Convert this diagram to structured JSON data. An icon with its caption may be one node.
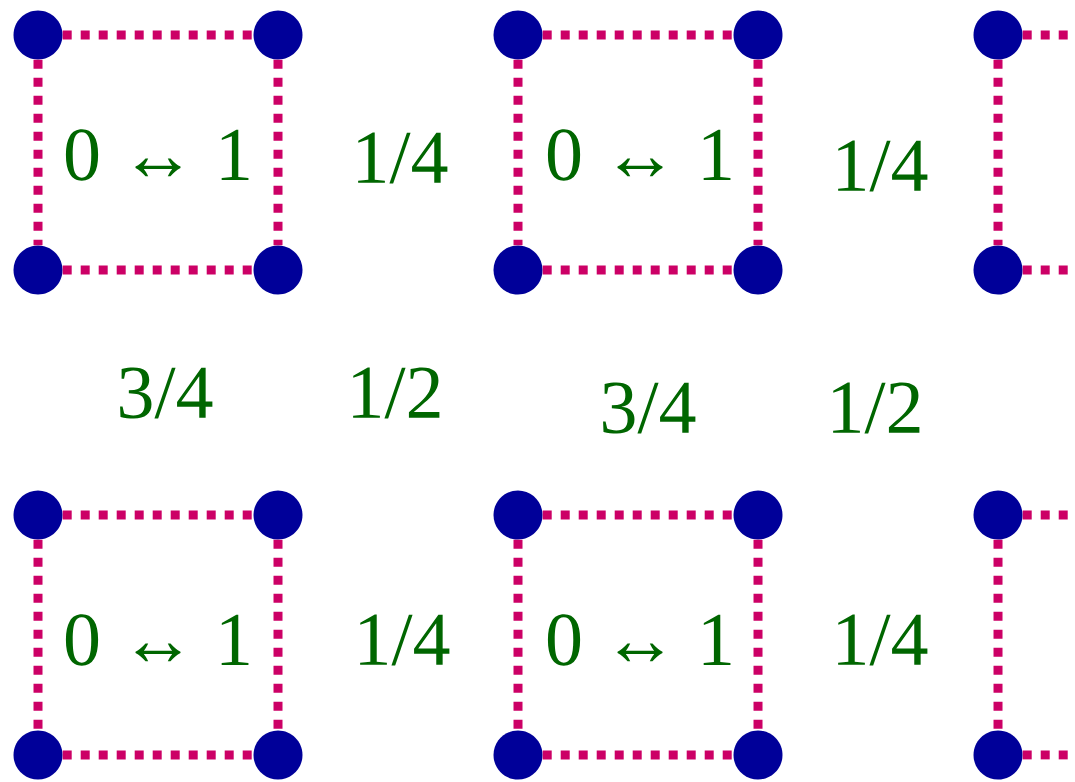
{
  "diagram": {
    "nodes": [
      {
        "text": [],
        "shape": "circle"
      },
      {
        "text": [],
        "shape": "circle"
      },
      {
        "text": [],
        "shape": "circle"
      },
      {
        "text": [],
        "shape": "circle"
      },
      {
        "text": [],
        "shape": "circle"
      },
      {
        "text": [],
        "shape": "circle"
      },
      {
        "text": [],
        "shape": "circle"
      },
      {
        "text": [],
        "shape": "circle"
      },
      {
        "text": [],
        "shape": "circle"
      },
      {
        "text": [],
        "shape": "circle"
      },
      {
        "text": [],
        "shape": "circle"
      },
      {
        "text": [],
        "shape": "circle"
      },
      {
        "text": [],
        "shape": "circle"
      },
      {
        "text": [],
        "shape": "circle"
      },
      {
        "text": [],
        "shape": "circle"
      },
      {
        "text": [],
        "shape": "circle"
      },
      {
        "text": [],
        "shape": "circle"
      },
      {
        "text": [],
        "shape": "circle"
      },
      {
        "text": [],
        "shape": "circle"
      },
      {
        "text": [],
        "shape": "circle"
      }
    ],
    "edges": [
      {
        "from": 0,
        "to": 1,
        "arrow": "none"
      },
      {
        "from": 0,
        "to": 5,
        "arrow": "none"
      },
      {
        "from": 1,
        "to": 6,
        "arrow": "none"
      },
      {
        "from": 5,
        "to": 6,
        "arrow": "none"
      },
      {
        "from": 2,
        "to": 3,
        "arrow": "none"
      },
      {
        "from": 2,
        "to": 7,
        "arrow": "none"
      },
      {
        "from": 3,
        "to": 8,
        "arrow": "none"
      },
      {
        "from": 7,
        "to": 8,
        "arrow": "none"
      },
      {
        "from": 4,
        "to": null,
        "arrow": "none"
      },
      {
        "from": 4,
        "to": 9,
        "arrow": "none"
      },
      {
        "from": 9,
        "to": null,
        "arrow": "none"
      },
      {
        "from": 10,
        "to": 11,
        "arrow": "none"
      },
      {
        "from": 10,
        "to": 15,
        "arrow": "none"
      },
      {
        "from": 11,
        "to": 16,
        "arrow": "none"
      },
      {
        "from": 15,
        "to": 16,
        "arrow": "none"
      },
      {
        "from": 12,
        "to": 13,
        "arrow": "none"
      },
      {
        "from": 12,
        "to": 17,
        "arrow": "none"
      },
      {
        "from": 13,
        "to": 18,
        "arrow": "none"
      },
      {
        "from": 17,
        "to": 18,
        "arrow": "none"
      },
      {
        "from": 14,
        "to": null,
        "arrow": "none"
      },
      {
        "from": 14,
        "to": 19,
        "arrow": "none"
      },
      {
        "from": 19,
        "to": null,
        "arrow": "none"
      }
    ],
    "labels": [
      "0 ↔ 1",
      "1/4",
      "0 ↔ 1",
      "1/4",
      "3/4",
      "1/2",
      "3/4",
      "1/2",
      "0 ↔ 1",
      "1/4",
      "0 ↔ 1",
      "1/4"
    ]
  }
}
